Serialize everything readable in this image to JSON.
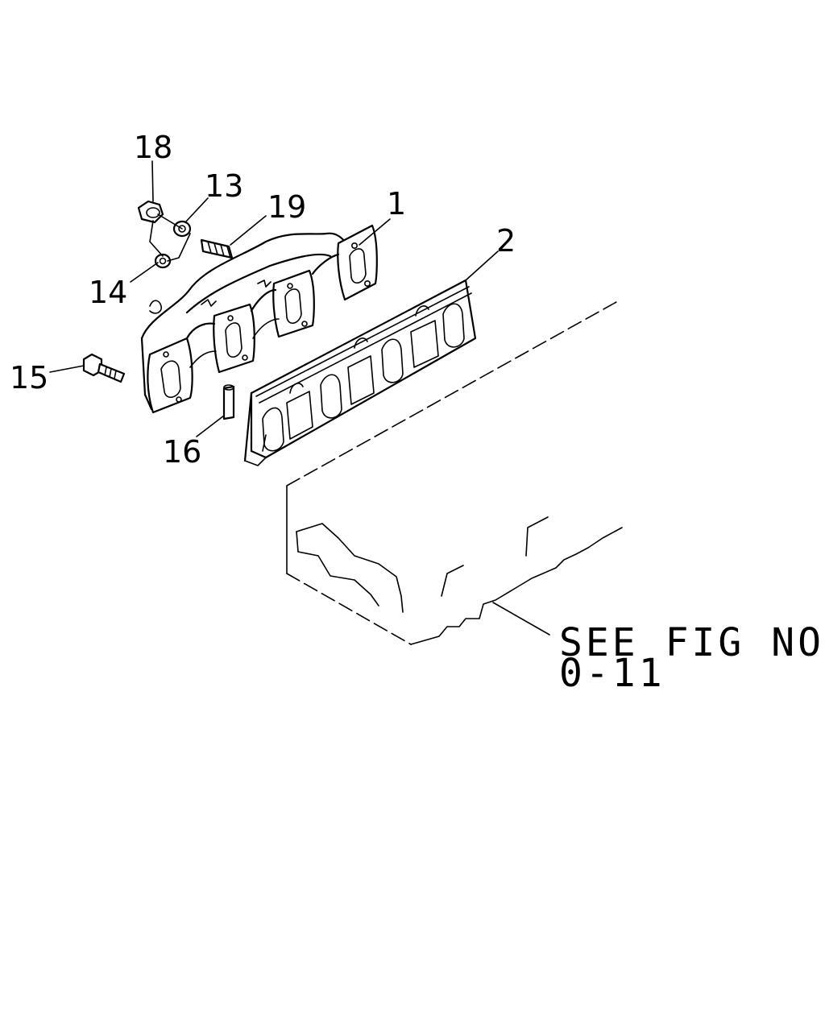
{
  "callouts": {
    "c18": "18",
    "c13": "13",
    "c19": "19",
    "c1": "1",
    "c2": "2",
    "c14": "14",
    "c15": "15",
    "c16": "16"
  },
  "reference_note": {
    "line1": "SEE FIG NO.",
    "line2": "0-11"
  }
}
